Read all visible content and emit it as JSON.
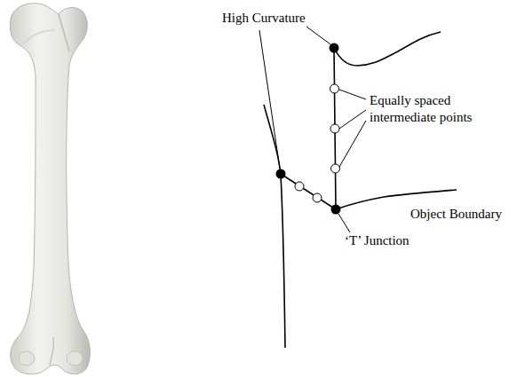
{
  "diagram": {
    "labels": [
      "High Curvature",
      "Equally spaced intermediate points",
      "Object Boundary",
      "‘T’ Junction"
    ]
  }
}
